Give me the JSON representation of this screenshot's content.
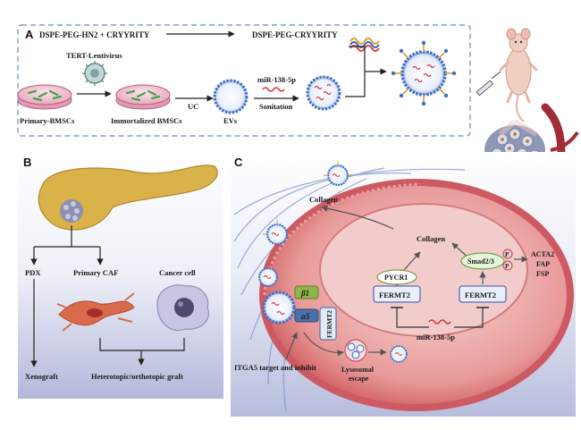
{
  "panels": {
    "a": "A",
    "b": "B",
    "c": "C"
  },
  "panel_a": {
    "reagents": "DSPE-PEG-HN2 + CRYYRITY",
    "conjugate": "DSPE-PEG-CRYYRITY",
    "lentivirus": "TERT-Lentivirus",
    "primary_cells": "Primary-BMSCs",
    "immortalized_cells": "Immortalized BMSCs",
    "uc": "UC",
    "evs": "EVs",
    "mirna": "miR-138-5p",
    "sonication": "Sonitation"
  },
  "panel_b": {
    "pdx": "PDX",
    "primary_caf": "Primary CAF",
    "cancer_cell": "Cancer cell",
    "xenograft": "Xenograft",
    "graft": "Heterotopic/orthotopic graft"
  },
  "panel_c": {
    "collagen_outer": "Collagen",
    "collagen_inner": "Collagen",
    "beta1": "β1",
    "alpha5": "α5",
    "fermt2_membrane": "FERMT2",
    "pycr1": "PYCR1",
    "fermt2_left": "FERMT2",
    "fermt2_right": "FERMT2",
    "smad": "Smad2/3",
    "phospho": "P",
    "acta2": "ACTA2",
    "fap": "FAP",
    "fsp": "FSP",
    "mirna": "miR-138-5p",
    "lysosomal_escape": "Lysosomal\nescape",
    "itga5": "ITGA5 target and inhibit"
  },
  "colors": {
    "panel_bg_top": "#f4f5fb",
    "panel_bg_bottom": "#b9bede",
    "cell_fill": "#d9646a",
    "nucleus_fill": "#f1c9c8",
    "ev_blue": "#3b6fc9",
    "ev_red": "#d9363e",
    "pancreas": "#d9b24a",
    "box_border": "#5c6fb0",
    "box_fill": "#e8eefa"
  }
}
